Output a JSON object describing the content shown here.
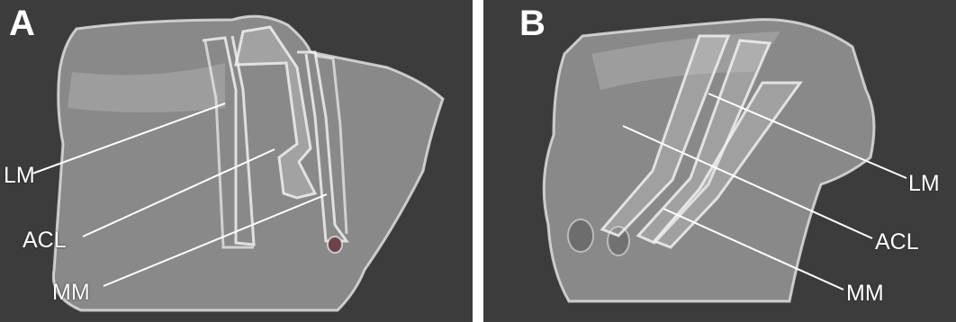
{
  "panels": [
    {
      "letter": "A",
      "labels": {
        "lm": "LM",
        "acl": "ACL",
        "mm": "MM"
      }
    },
    {
      "letter": "B",
      "labels": {
        "lm": "LM",
        "acl": "ACL",
        "mm": "MM"
      }
    }
  ],
  "colors": {
    "background": "#3c3c3c",
    "bone": "#c8c8c8",
    "label": "#ffffff"
  }
}
